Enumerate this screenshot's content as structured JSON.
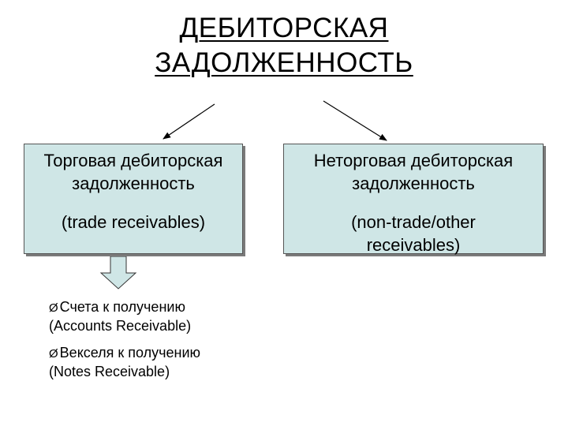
{
  "title": {
    "line1": "ДЕБИТОРСКАЯ",
    "line2": "ЗАДОЛЖЕННОСТЬ"
  },
  "colors": {
    "box_fill": "#cfe6e6",
    "arrow_fill": "#cfe6e6",
    "border": "#555555"
  },
  "left_box": {
    "title_line1": "Торговая дебиторская",
    "title_line2": "задолженность",
    "subtitle": "(trade receivables)"
  },
  "right_box": {
    "title_line1": "Неторговая дебиторская",
    "title_line2": "задолженность",
    "subtitle_line1": "(non-trade/other",
    "subtitle_line2": "receivables)"
  },
  "list": {
    "bullet": "Ø",
    "items": [
      {
        "line1": "Счета к получению",
        "line2": "(Accounts Receivable)"
      },
      {
        "line1": "Векселя к получению",
        "line2": "(Notes Receivable)"
      }
    ]
  }
}
